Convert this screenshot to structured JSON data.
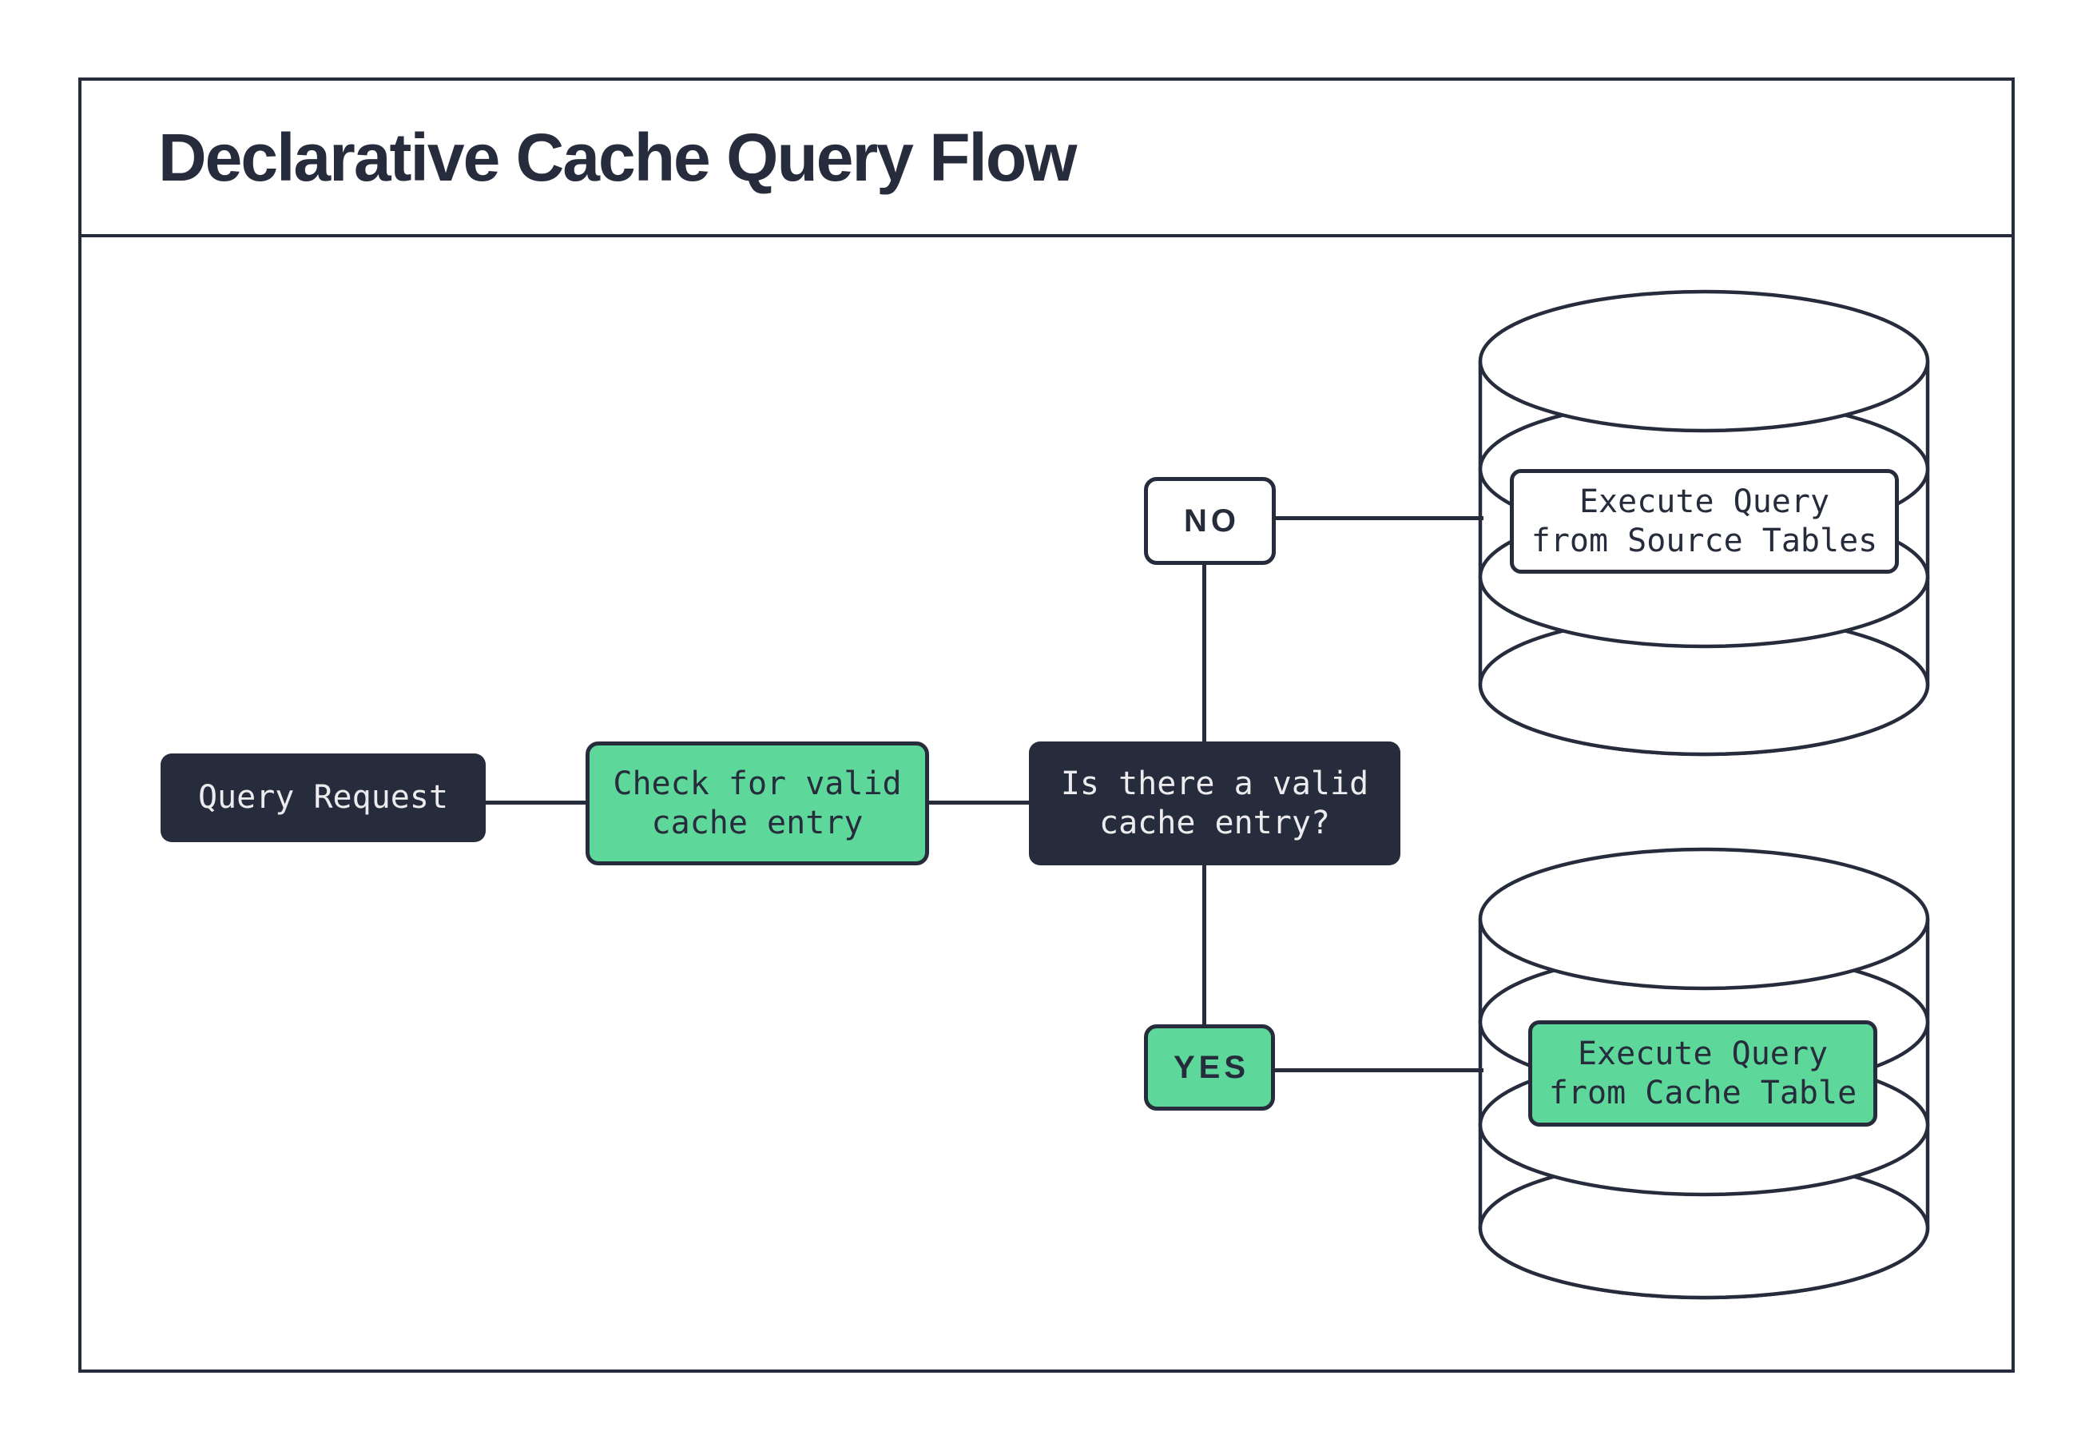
{
  "title": "Declarative Cache Query Flow",
  "colors": {
    "navy": "#262c3b",
    "green": "#5ed79a",
    "white": "#ffffff",
    "light_text": "#ececee"
  },
  "nodes": {
    "query_request": {
      "label": "Query Request"
    },
    "check_cache": {
      "line1": "Check for valid",
      "line2": "cache entry"
    },
    "decision": {
      "line1": "Is there a valid",
      "line2": "cache entry?"
    },
    "no_branch": {
      "label": "NO"
    },
    "yes_branch": {
      "label": "YES"
    },
    "source_db": {
      "line1": "Execute Query",
      "line2": "from Source Tables"
    },
    "cache_db": {
      "line1": "Execute Query",
      "line2": "from Cache Table"
    }
  },
  "icons": {
    "source_database": "database-cylinder",
    "cache_database": "database-cylinder"
  }
}
